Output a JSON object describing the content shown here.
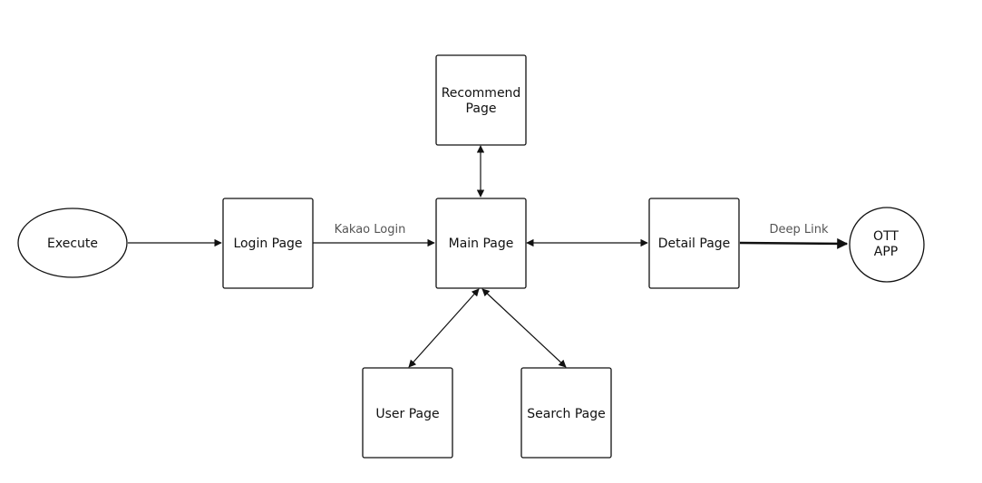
{
  "nodes": {
    "execute": {
      "label": "Execute"
    },
    "login": {
      "label": "Login Page"
    },
    "main": {
      "label": "Main Page"
    },
    "recommend": {
      "line1": "Recommend",
      "line2": "Page"
    },
    "detail": {
      "label": "Detail Page"
    },
    "user": {
      "label": "User Page"
    },
    "search": {
      "label": "Search Page"
    },
    "ott": {
      "line1": "OTT",
      "line2": "APP"
    }
  },
  "edges": {
    "login_to_main": {
      "label": "Kakao Login"
    },
    "detail_to_ott": {
      "label": "Deep Link"
    }
  },
  "colors": {
    "stroke": "#111111",
    "label_text": "#111111",
    "edge_label_text": "#555555"
  }
}
